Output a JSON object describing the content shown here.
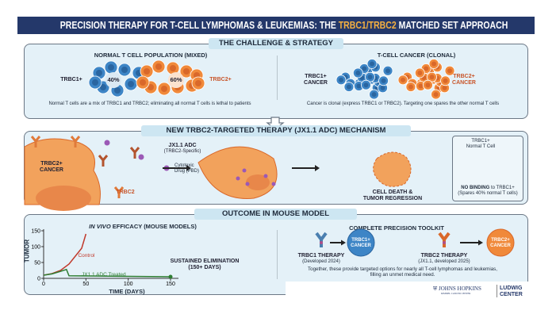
{
  "header": {
    "title_prefix": "PRECISION THERAPY FOR T-CELL LYMPHOMAS & LEUKEMIAS: THE ",
    "title_highlight": "TRBC1/TRBC2",
    "title_suffix": " MATCHED SET APPROACH"
  },
  "challenge": {
    "title": "THE CHALLENGE & STRATEGY",
    "normal": {
      "heading": "NORMAL T CELL POPULATION (MIXED)",
      "trbc1_label": "TRBC1+",
      "trbc2_label": "TRBC2+",
      "trbc1_pct": "40%",
      "trbc2_pct": "60%",
      "caption": "Normal T cells are a mix of TRBC1 and TRBC2; eliminating all normal T cells is lethal to patients"
    },
    "cancer": {
      "heading": "T-CELL CANCER (CLONAL)",
      "trbc1_label": "TRBC1+\nCANCER",
      "trbc2_label": "TRBC2+\nCANCER",
      "caption": "Cancer is clonal (express TRBC1 or TRBC2). Targeting one spares the other normal T cells"
    }
  },
  "mechanism": {
    "title": "NEW TRBC2-TARGETED THERAPY (JX1.1 ADC) MECHANISM",
    "cancer_label": "TRBC2+\nCANCER",
    "receptor_label": "TRBC2",
    "adc_label": "JX1.1 ADC",
    "adc_sub": "(TRBC2-Specific)",
    "drug_label": "Cytotoxic\nDrug (PBD)",
    "death_label": "CELL DEATH &\nTUMOR REGRESSION",
    "normal_cell_label": "TRBC1+\nNormal T Cell",
    "no_binding_bold": "NO BINDING",
    "no_binding_rest": " to TRBC1+",
    "spares": "(Spares 40% normal T cells)"
  },
  "outcome": {
    "title": "OUTCOME IN MOUSE MODEL",
    "toolkit": {
      "heading": "COMPLETE PRECISION TOOLKIT",
      "trbc1_therapy": "TRBC1 THERAPY",
      "trbc1_sub": "(Developed 2024)",
      "trbc1_cancer": "TRBC1+\nCANCER",
      "trbc2_therapy": "TRBC2 THERAPY",
      "trbc2_sub": "(JX1.1, developed 2025)",
      "trbc2_cancer": "TRBC2+\nCANCER",
      "summary": "Together, these provide targeted options for nearly all T-cell lymphomas and leukemias, filling an unmet medical need."
    },
    "logos": {
      "jh": "JOHNS HOPKINS",
      "jh_sub": "KIMMEL CANCER CENTER",
      "ludwig": "LUDWIG\nCENTER"
    }
  },
  "colors": {
    "navy": "#24386a",
    "blue": "#3d85c6",
    "orange": "#f0893a",
    "control": "#c0392b",
    "treated": "#2e7d32"
  },
  "chart_data": {
    "type": "line",
    "title_italic": "IN VIVO",
    "title_rest": " EFFICACY (MOUSE MODELS)",
    "xlabel": "TIME (DAYS)",
    "ylabel": "TUMOR",
    "xlim": [
      0,
      160
    ],
    "ylim": [
      0,
      150
    ],
    "xticks": [
      0,
      50,
      100,
      150
    ],
    "yticks": [
      0,
      50,
      100,
      150
    ],
    "series": [
      {
        "name": "Control",
        "color": "#c0392b",
        "points": [
          [
            0,
            10
          ],
          [
            10,
            15
          ],
          [
            20,
            25
          ],
          [
            30,
            45
          ],
          [
            45,
            95
          ],
          [
            50,
            140
          ]
        ]
      },
      {
        "name": "JX1.1 ADC Treated",
        "color": "#2e7d32",
        "points": [
          [
            0,
            10
          ],
          [
            10,
            14
          ],
          [
            20,
            22
          ],
          [
            27,
            28
          ],
          [
            30,
            8
          ],
          [
            150,
            5
          ]
        ]
      }
    ],
    "annotation": "SUSTAINED ELIMINATION\n(150+ DAYS)"
  }
}
